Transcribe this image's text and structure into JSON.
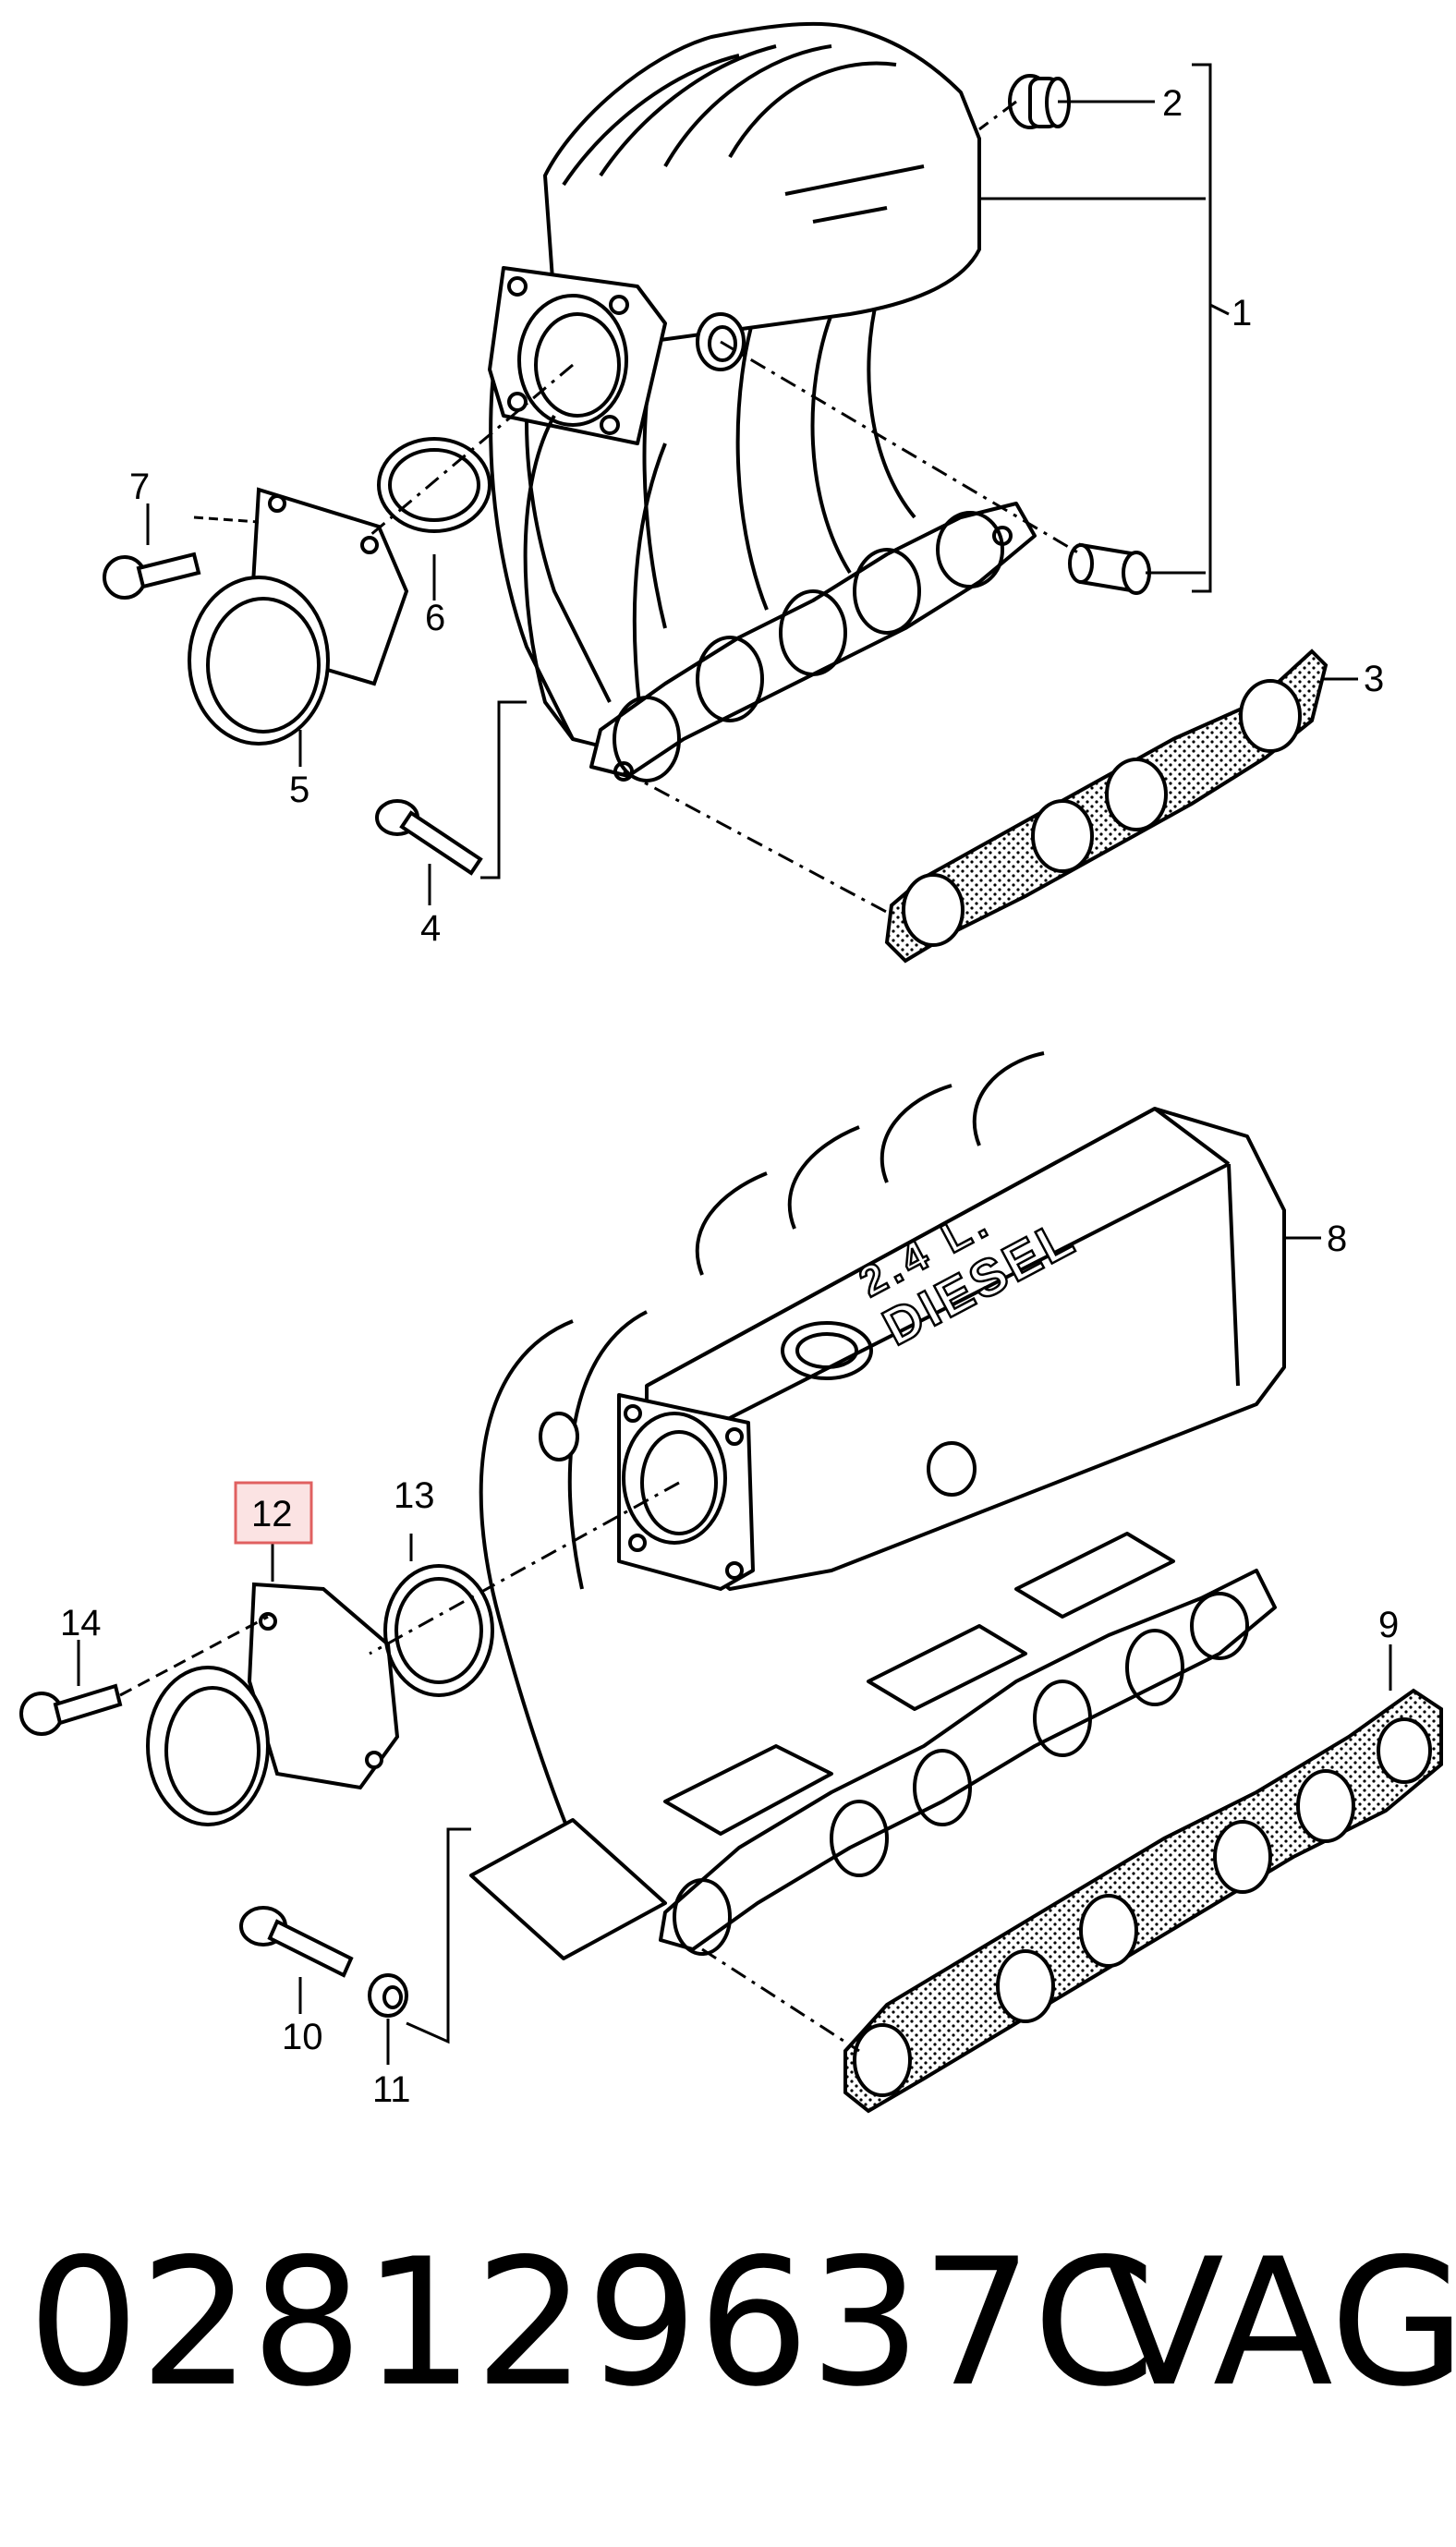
{
  "callouts": {
    "c1": "1",
    "c2": "2",
    "c3": "3",
    "c4": "4",
    "c5": "5",
    "c6": "6",
    "c7": "7",
    "c8": "8",
    "c9": "9",
    "c10": "10",
    "c11": "11",
    "c12": "12",
    "c13": "13",
    "c14": "14"
  },
  "emboss": {
    "line1": "2.4 L.",
    "line2": "DIESEL"
  },
  "highlight_color": "#e06060",
  "footer": {
    "part_number": "028129637C",
    "brand": "VAG"
  }
}
